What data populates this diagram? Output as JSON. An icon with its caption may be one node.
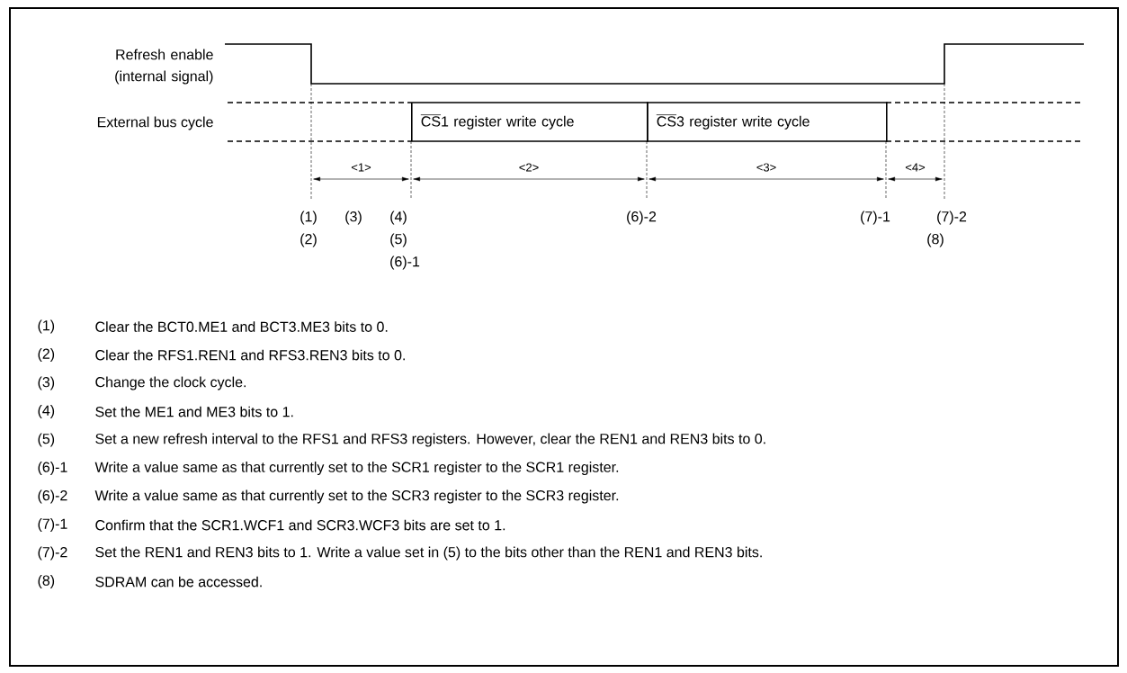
{
  "diagram": {
    "nodes": [
      {
        "text": [
          "CS1 register write cycle"
        ]
      },
      {
        "text": [
          "CS3 register write cycle"
        ]
      }
    ],
    "labels": [
      "Refresh enable (internal signal)",
      "External bus cycle",
      "<1>",
      "<2>",
      "<3>",
      "<4>",
      "(1)",
      "(3)",
      "(4)",
      "(6)-2",
      "(7)-1",
      "(7)-2",
      "(2)",
      "(5)",
      "(8)",
      "(6)-1",
      "(1)",
      "Clear the BCT0.ME1 and BCT3.ME3 bits to 0.",
      "(2)",
      "Clear the RFS1.REN1 and RFS3.REN3 bits to 0.",
      "(3)",
      "Change the clock cycle.",
      "(4)",
      "Set the ME1 and ME3 bits to 1.",
      "(5)",
      "Set a new refresh interval to the RFS1 and RFS3 registers.  However, clear the REN1 and REN3 bits to 0.",
      "(6)-1",
      "Write a value same as that currently set to the SCR1 register to the SCR1 register.",
      "(6)-2",
      "Write a value same as that currently set to the SCR3 register to the SCR3 register.",
      "(7)-1",
      "Confirm that the SCR1.WCF1 and SCR3.WCF3 bits are set to 1.",
      "(7)-2",
      "Set the REN1 and REN3 bits to 1.  Write a value set in (5) to the bits other than the REN1 and REN3 bits.",
      "(8)",
      "SDRAM can be accessed."
    ]
  }
}
